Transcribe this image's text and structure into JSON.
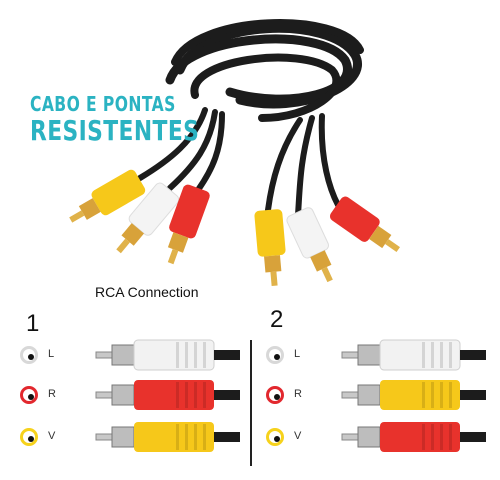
{
  "headline": {
    "line1": "CABO E PONTAS",
    "line2": "RESISTENTES"
  },
  "connection_title": "RCA Connection",
  "diagrams": [
    {
      "number": "1",
      "rows": [
        {
          "label": "L",
          "jack_color": "#ffffff",
          "plug_color": "#f2f2f2"
        },
        {
          "label": "R",
          "jack_color": "#e2282e",
          "plug_color": "#e8322c"
        },
        {
          "label": "V",
          "jack_color": "#f6d21c",
          "plug_color": "#f6c81a"
        }
      ]
    },
    {
      "number": "2",
      "rows": [
        {
          "label": "L",
          "jack_color": "#ffffff",
          "plug_color": "#f2f2f2"
        },
        {
          "label": "R",
          "jack_color": "#e2282e",
          "plug_color": "#f6c81a"
        },
        {
          "label": "V",
          "jack_color": "#f6d21c",
          "plug_color": "#e8322c"
        }
      ]
    }
  ],
  "colors": {
    "accent": "#2bb3c2",
    "cable": "#1c1c1c",
    "gold": "#d8a23a"
  }
}
